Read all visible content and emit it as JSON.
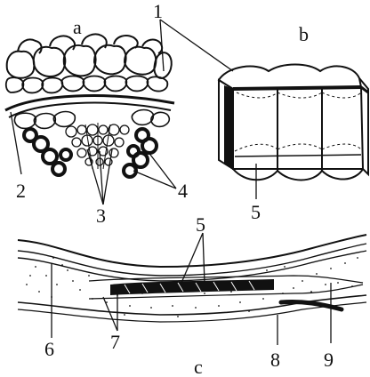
{
  "panels": {
    "a": "a",
    "b": "b",
    "c": "c"
  },
  "labels": {
    "n1": "1",
    "n2": "2",
    "n3": "3",
    "n4": "4",
    "n5_b": "5",
    "n5_c": "5",
    "n6": "6",
    "n7": "7",
    "n8": "8",
    "n9": "9"
  },
  "colors": {
    "ink": "#111111",
    "paper": "#ffffff"
  }
}
